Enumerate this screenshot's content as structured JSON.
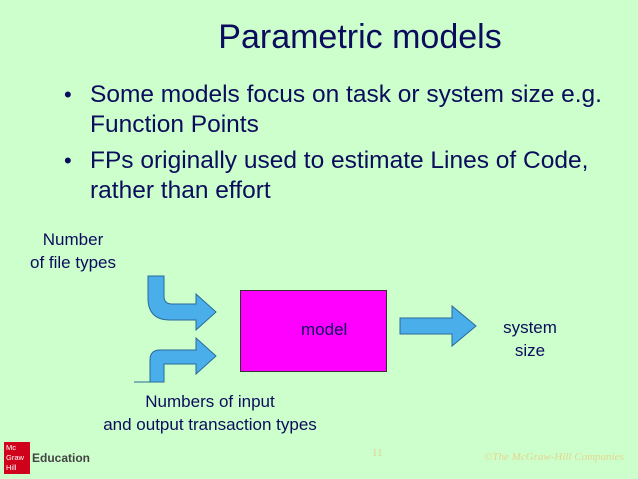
{
  "title": "Parametric models",
  "bullets": [
    "Some models focus on task or system size e.g. Function Points",
    "FPs originally used to estimate Lines of Code, rather than effort"
  ],
  "diagram": {
    "input_file_types": [
      "Number",
      "of file types"
    ],
    "input_transactions": [
      "Numbers of input",
      "and output transaction types"
    ],
    "process": "model",
    "output": [
      "system",
      "size"
    ]
  },
  "footer": {
    "page_number": "11",
    "copyright": "©The McGraw-Hill Companies",
    "logo_lines": [
      "Mc",
      "Graw",
      "Hill"
    ],
    "logo_text": "Education"
  },
  "colors": {
    "background": "#ccffcc",
    "text": "#0c0c5c",
    "model_fill": "#ff00ff",
    "arrow_fill": "#4aaeea"
  }
}
